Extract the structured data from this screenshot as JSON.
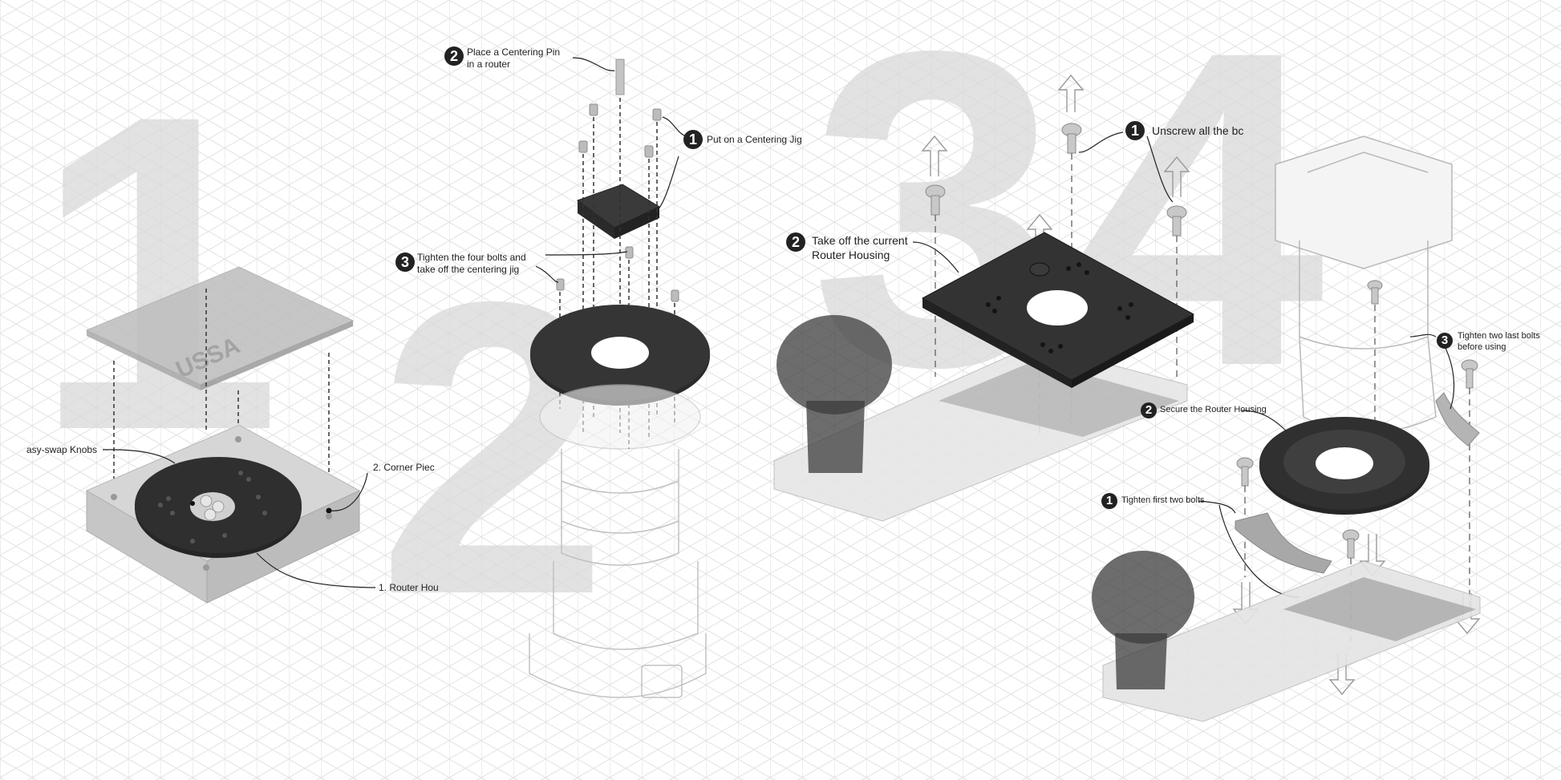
{
  "diagram": {
    "type": "exploded isometric assembly instructions",
    "background": {
      "grid": "isometric",
      "grid_color": "#d6d6d6",
      "paper_color": "#ffffff"
    },
    "colors": {
      "dark_part": "#2b2b2b",
      "light_part": "#c8c8c8",
      "text": "#222222",
      "step_badge": "#222222",
      "watermark_numeral": "#d9d9d9"
    }
  },
  "sections": [
    {
      "numeral": "1",
      "parts": [
        "USSA cover plate",
        "square base",
        "round router housing",
        "easy-swap knobs"
      ],
      "plate_text": "USSA",
      "callouts": [
        {
          "text": "asy-swap Knobs"
        },
        {
          "text": "2. Corner Piec"
        },
        {
          "text": "1. Router Hou"
        }
      ]
    },
    {
      "numeral": "2",
      "callouts": [
        {
          "step": "2",
          "line1": "Place a Centering Pin",
          "line2": "in a router"
        },
        {
          "step": "1",
          "line1": "Put on a Centering Jig"
        },
        {
          "step": "3",
          "line1": "Tighten the four bolts and",
          "line2": "take off the centering jig"
        }
      ]
    },
    {
      "numeral": "3",
      "callouts": [
        {
          "step": "1",
          "line1": "Unscrew all the bc"
        },
        {
          "step": "2",
          "line1": "Take off the current",
          "line2": "Router Housing"
        }
      ]
    },
    {
      "numeral": "4",
      "callouts": [
        {
          "step": "3",
          "line1": "Tighten two last bolts",
          "line2": "before using"
        },
        {
          "step": "2",
          "line1": "Secure the Router Housing"
        },
        {
          "step": "1",
          "line1": "Tighten first two bolts"
        }
      ]
    }
  ]
}
